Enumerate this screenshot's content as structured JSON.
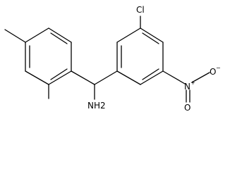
{
  "molecule": {
    "atoms": {
      "chlorine": "Cl",
      "amine": "NH2",
      "nitrogen": "N",
      "nitro_charge": "+",
      "oxygen_right": "O",
      "oxygen_right_charge": "−",
      "oxygen_bottom": "O"
    }
  }
}
